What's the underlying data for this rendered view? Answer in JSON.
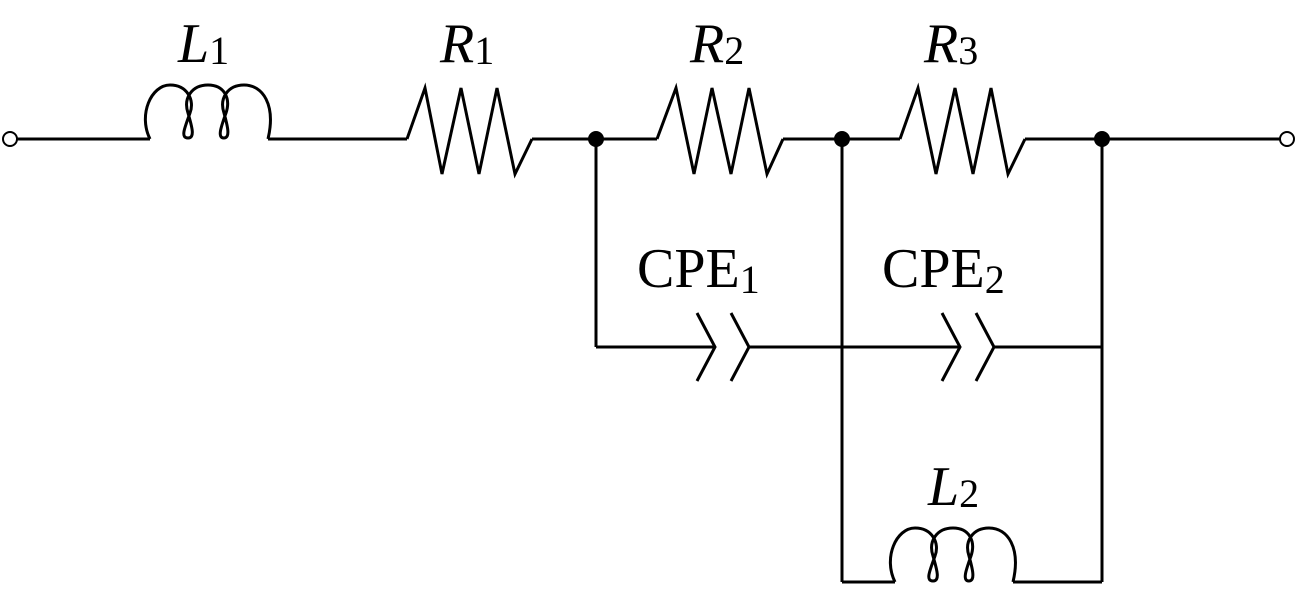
{
  "diagram": {
    "components": {
      "L1": {
        "symbol": "L",
        "subscript": "1"
      },
      "R1": {
        "symbol": "R",
        "subscript": "1"
      },
      "R2": {
        "symbol": "R",
        "subscript": "2"
      },
      "R3": {
        "symbol": "R",
        "subscript": "3"
      },
      "CPE1": {
        "symbol": "CPE",
        "subscript": "1"
      },
      "CPE2": {
        "symbol": "CPE",
        "subscript": "2"
      },
      "L2": {
        "symbol": "L",
        "subscript": "2"
      }
    }
  }
}
